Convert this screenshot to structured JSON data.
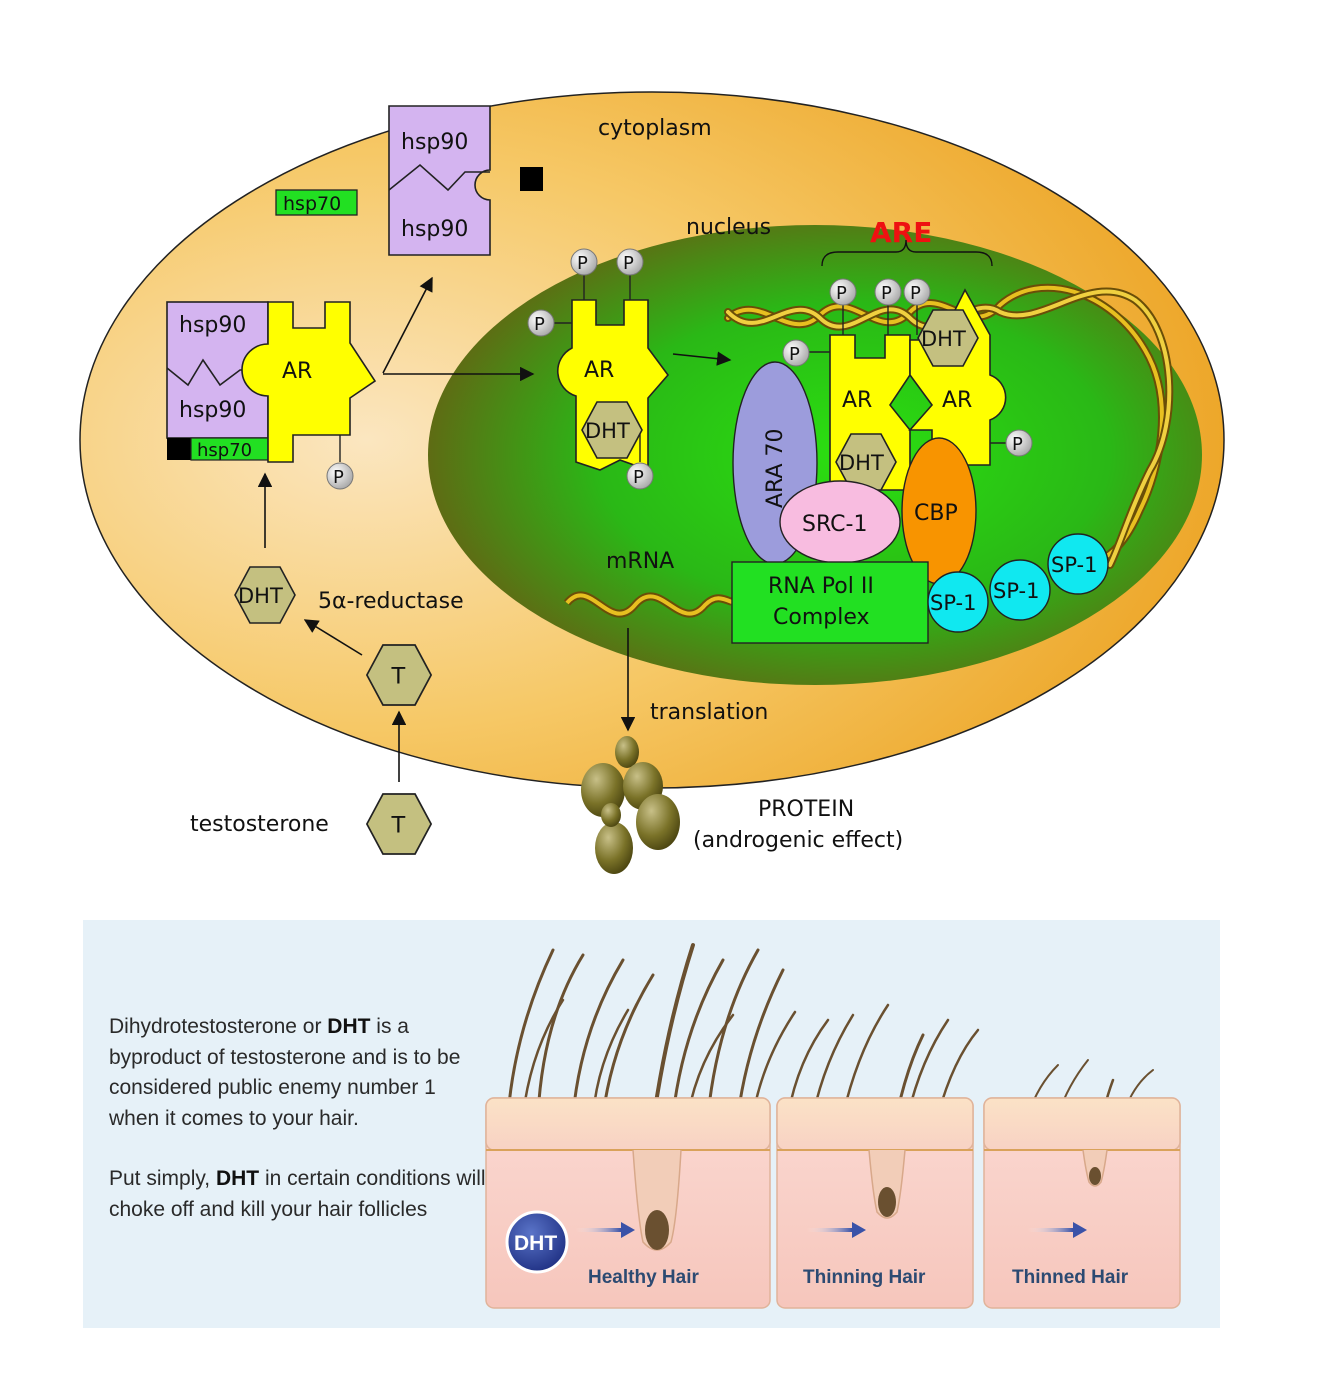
{
  "cell": {
    "cytoplasm_label": "cytoplasm",
    "nucleus_label": "nucleus",
    "are_label": "ARE",
    "mrna_label": "mRNA",
    "translation_label": "translation",
    "reductase_label": "5α-reductase",
    "testosterone_label": "testosterone",
    "protein_label": "PROTEIN",
    "protein_effect": "(androgenic effect)"
  },
  "molecules": {
    "hsp90": "hsp90",
    "hsp70": "hsp70",
    "ar": "AR",
    "dht": "DHT",
    "t": "T",
    "p": "P",
    "ara70": "ARA 70",
    "src1": "SRC-1",
    "cbp": "CBP",
    "sp1": "SP-1",
    "rna_pol_line1": "RNA Pol II",
    "rna_pol_line2": "Complex"
  },
  "hair_panel": {
    "para1": {
      "t1": "Dihydrotestosterone or ",
      "b1": "DHT",
      "t2": " is a byproduct of testosterone and is to be considered public enemy number 1 when it comes to your hair."
    },
    "para2": {
      "t1": "Put simply, ",
      "b1": "DHT",
      "t2": " in certain conditions will choke off and kill your hair follicles"
    },
    "badge": "DHT",
    "stages": [
      "Healthy Hair",
      "Thinning Hair",
      "Thinned Hair"
    ]
  },
  "colors": {
    "cytoplasm": "#f0b03a",
    "nucleus": "#3cc41c",
    "hsp90": "#d4b4f0",
    "hsp70": "#22e022",
    "ar": "#ffff00",
    "dht": "#c4c080",
    "ara70": "#9c9cdc",
    "src1": "#f8bce0",
    "cbp": "#f89400",
    "sp1": "#10e8f0",
    "rna_pol": "#22e022",
    "are": "#ee1111",
    "panel_bg": "#e6f1f8",
    "caption": "#2c4a72"
  }
}
